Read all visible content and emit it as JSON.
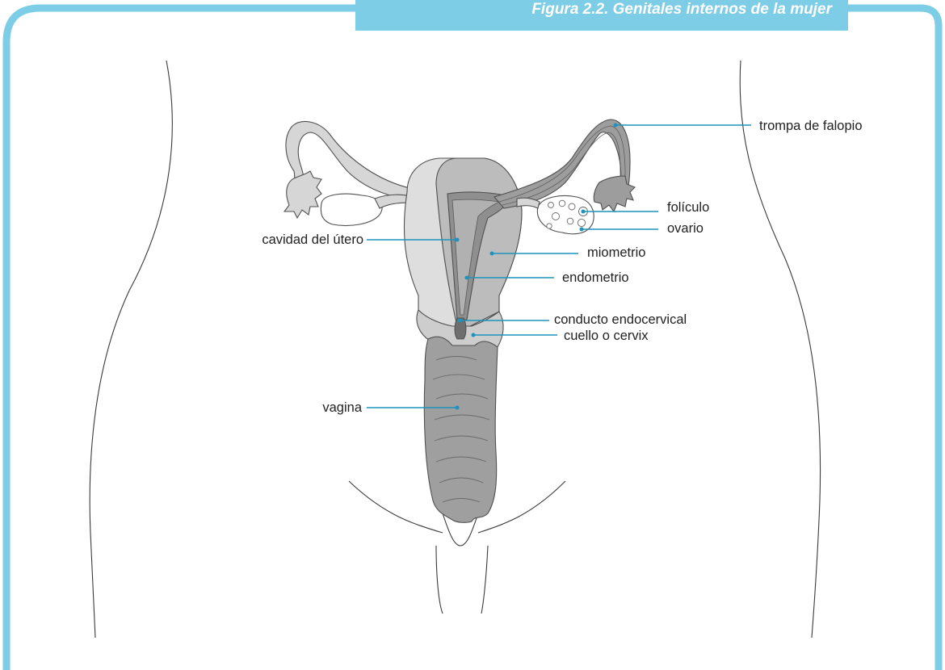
{
  "figure": {
    "title": "Figura 2.2. Genitales internos de la mujer",
    "accent_color": "#7ecde6",
    "leader_color": "#1e93bf"
  },
  "labels": {
    "trompa": "trompa de falopio",
    "foliculo": "folículo",
    "ovario": "ovario",
    "cavidad": "cavidad del útero",
    "miometrio": "miometrio",
    "endometrio": "endometrio",
    "conducto": "conducto endocervical",
    "cuello": "cuello o cervix",
    "vagina": "vagina"
  }
}
